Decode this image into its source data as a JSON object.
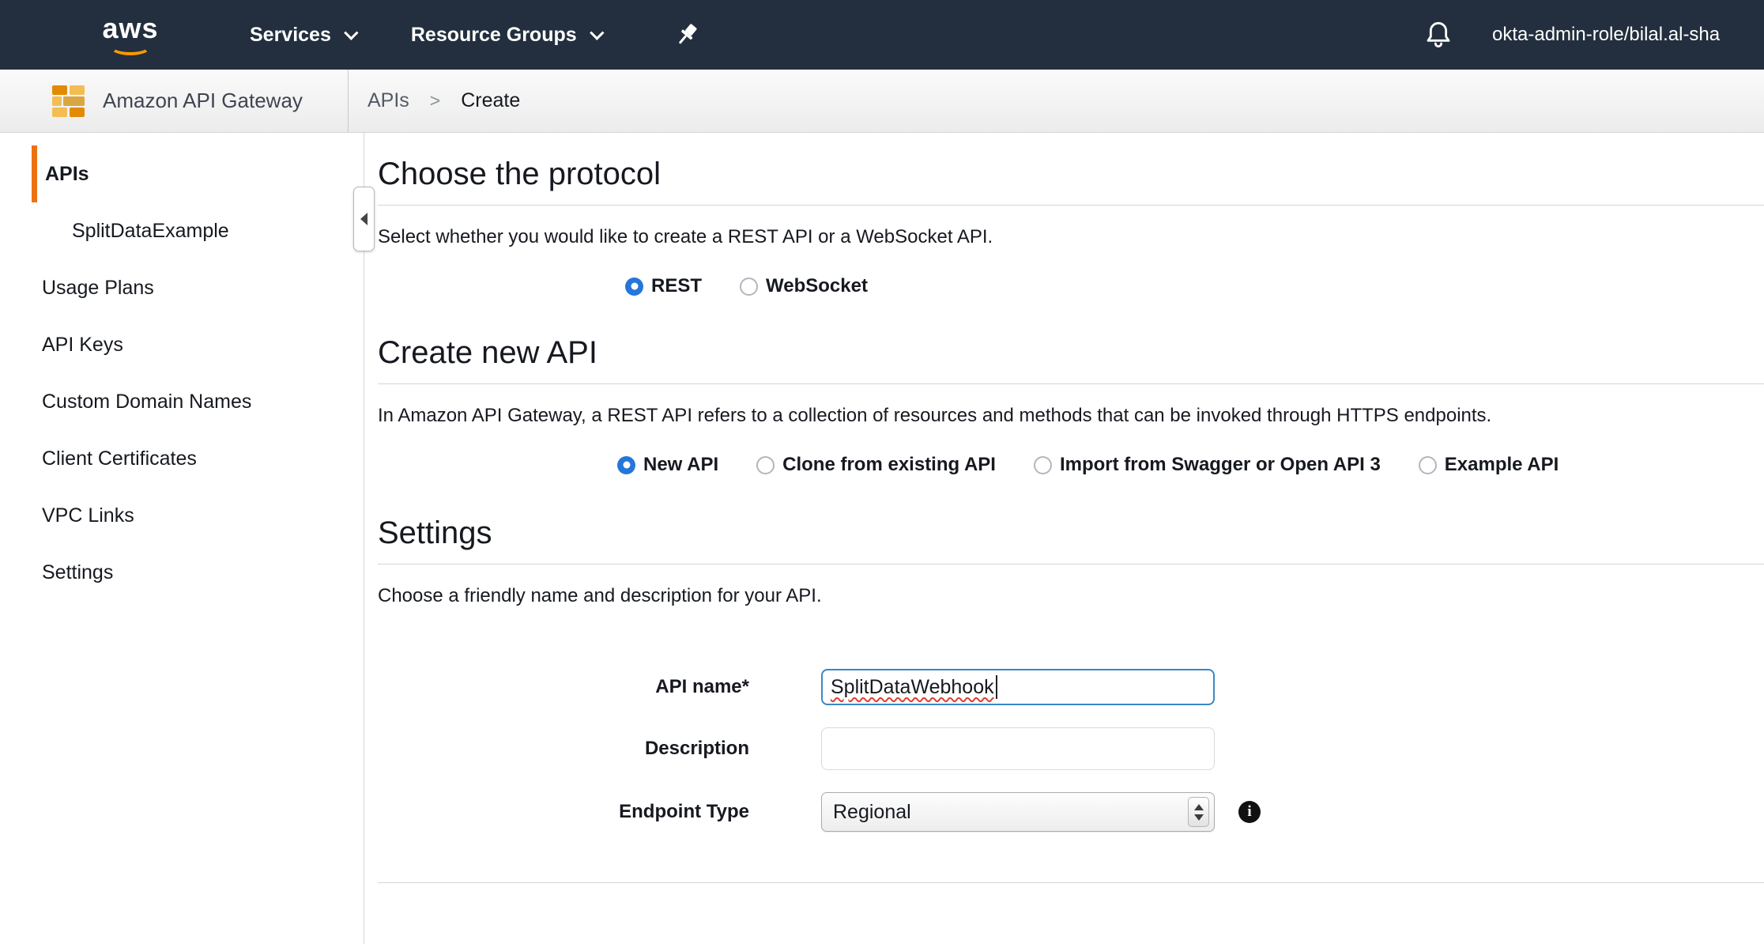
{
  "topnav": {
    "logo": "aws",
    "services_label": "Services",
    "resource_groups_label": "Resource Groups",
    "account_label": "okta-admin-role/bilal.al-sha"
  },
  "header": {
    "app_name": "Amazon API Gateway",
    "breadcrumb": {
      "section": "APIs",
      "separator": ">",
      "current": "Create"
    }
  },
  "sidebar": {
    "items": [
      {
        "label": "APIs",
        "active": true
      },
      {
        "label": "SplitDataExample",
        "indent": true
      },
      {
        "label": "Usage Plans"
      },
      {
        "label": "API Keys"
      },
      {
        "label": "Custom Domain Names"
      },
      {
        "label": "Client Certificates"
      },
      {
        "label": "VPC Links"
      },
      {
        "label": "Settings"
      }
    ]
  },
  "main": {
    "protocol": {
      "title": "Choose the protocol",
      "description": "Select whether you would like to create a REST API or a WebSocket API.",
      "options": [
        {
          "label": "REST",
          "selected": true
        },
        {
          "label": "WebSocket",
          "selected": false
        }
      ]
    },
    "create": {
      "title": "Create new API",
      "description": "In Amazon API Gateway, a REST API refers to a collection of resources and methods that can be invoked through HTTPS endpoints.",
      "options": [
        {
          "label": "New API",
          "selected": true
        },
        {
          "label": "Clone from existing API",
          "selected": false
        },
        {
          "label": "Import from Swagger or Open API 3",
          "selected": false
        },
        {
          "label": "Example API",
          "selected": false
        }
      ]
    },
    "settings": {
      "title": "Settings",
      "description": "Choose a friendly name and description for your API.",
      "fields": {
        "api_name": {
          "label": "API name*",
          "value": "SplitDataWebhook"
        },
        "description": {
          "label": "Description",
          "value": ""
        },
        "endpoint_type": {
          "label": "Endpoint Type",
          "value": "Regional"
        }
      }
    }
  },
  "icons": {
    "logo": "aws-logo",
    "pin": "pushpin-icon",
    "bell": "notifications-bell-icon",
    "caret": "chevron-down-icon",
    "app": "api-gateway-icon",
    "collapse": "chevron-left-icon",
    "stepper": "select-stepper-icon",
    "info": "info-icon"
  },
  "colors": {
    "topnav_bg": "#232f3e",
    "aws_orange": "#ff9900",
    "active_item_orange": "#ec7211",
    "selected_radio_blue": "#2576d9",
    "focused_input_border": "#3a87c8",
    "spellcheck_red": "#e43d30",
    "divider_gray": "#d5d5d5"
  }
}
